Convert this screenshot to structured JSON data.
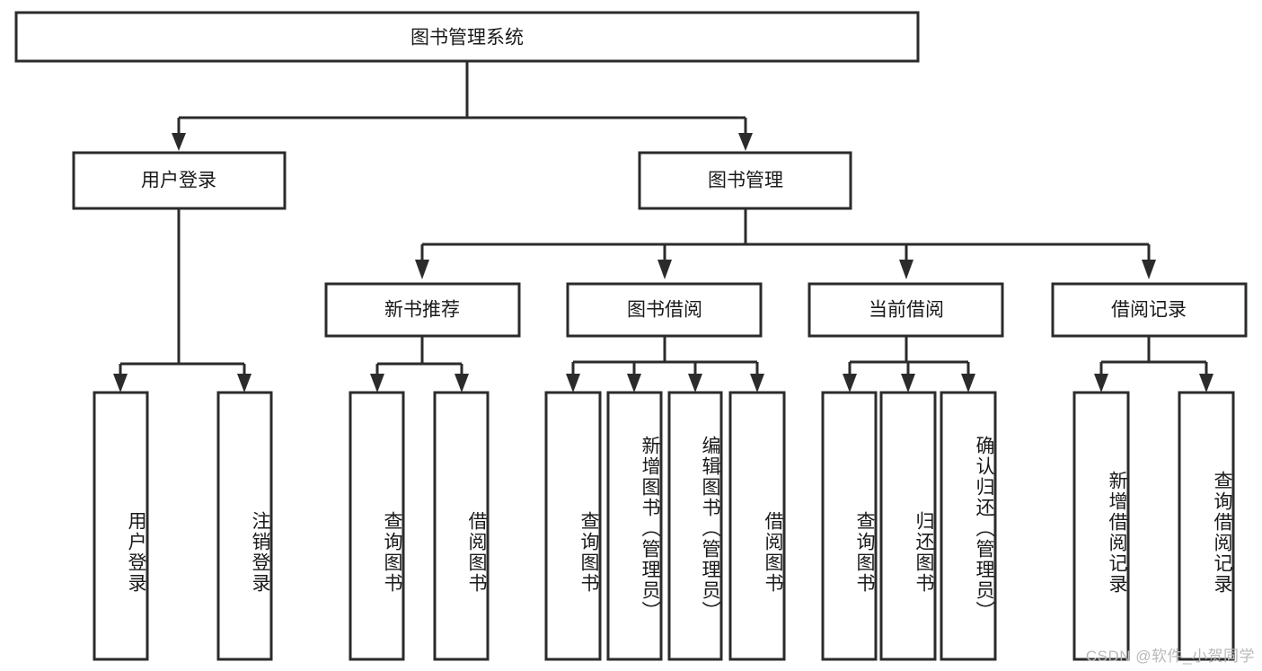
{
  "diagram": {
    "title": "图书管理系统",
    "type": "tree-hierarchy-diagram",
    "root": {
      "label": "图书管理系统"
    },
    "level2": [
      {
        "label": "用户登录"
      },
      {
        "label": "图书管理"
      }
    ],
    "level3": [
      {
        "label": "新书推荐"
      },
      {
        "label": "图书借阅"
      },
      {
        "label": "当前借阅"
      },
      {
        "label": "借阅记录"
      }
    ],
    "leaves": {
      "user_login": [
        {
          "label": "用户登录"
        },
        {
          "label": "注销登录"
        }
      ],
      "new_book_recommend": [
        {
          "label": "查询图书"
        },
        {
          "label": "借阅图书"
        }
      ],
      "book_borrow": [
        {
          "label": "查询图书"
        },
        {
          "label": "新增图书（管理员）"
        },
        {
          "label": "编辑图书（管理员）"
        },
        {
          "label": "借阅图书"
        }
      ],
      "current_borrow": [
        {
          "label": "查询图书"
        },
        {
          "label": "归还图书"
        },
        {
          "label": "确认归还（管理员）"
        }
      ],
      "borrow_record": [
        {
          "label": "新增借阅记录"
        },
        {
          "label": "查询借阅记录"
        }
      ]
    }
  },
  "watermark": {
    "text": "CSDN @软件_小贺同学"
  },
  "colors": {
    "stroke": "#2b2b2b",
    "box_fill": "#ffffff",
    "text": "#1a1a1a",
    "watermark": "#b9b9b9",
    "background": "#ffffff"
  }
}
